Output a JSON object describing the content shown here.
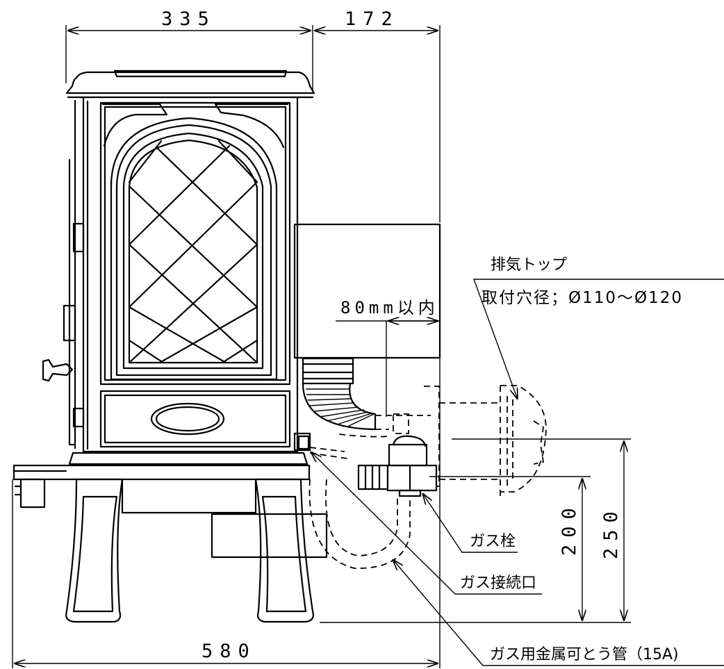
{
  "dimensions": {
    "stove_width": "335",
    "rear_depth": "172",
    "total_depth": "580",
    "within_80": "80mm以内",
    "pipe_height_250": "250",
    "valve_height_200": "200"
  },
  "labels": {
    "exhaust_top_title": "排気トップ",
    "exhaust_top_hole": "取付穴径；Ø110～Ø120",
    "gas_cock": "ガス栓",
    "gas_connection": "ガス接続口",
    "gas_flex_pipe": "ガス用金属可とう管（15A)"
  }
}
